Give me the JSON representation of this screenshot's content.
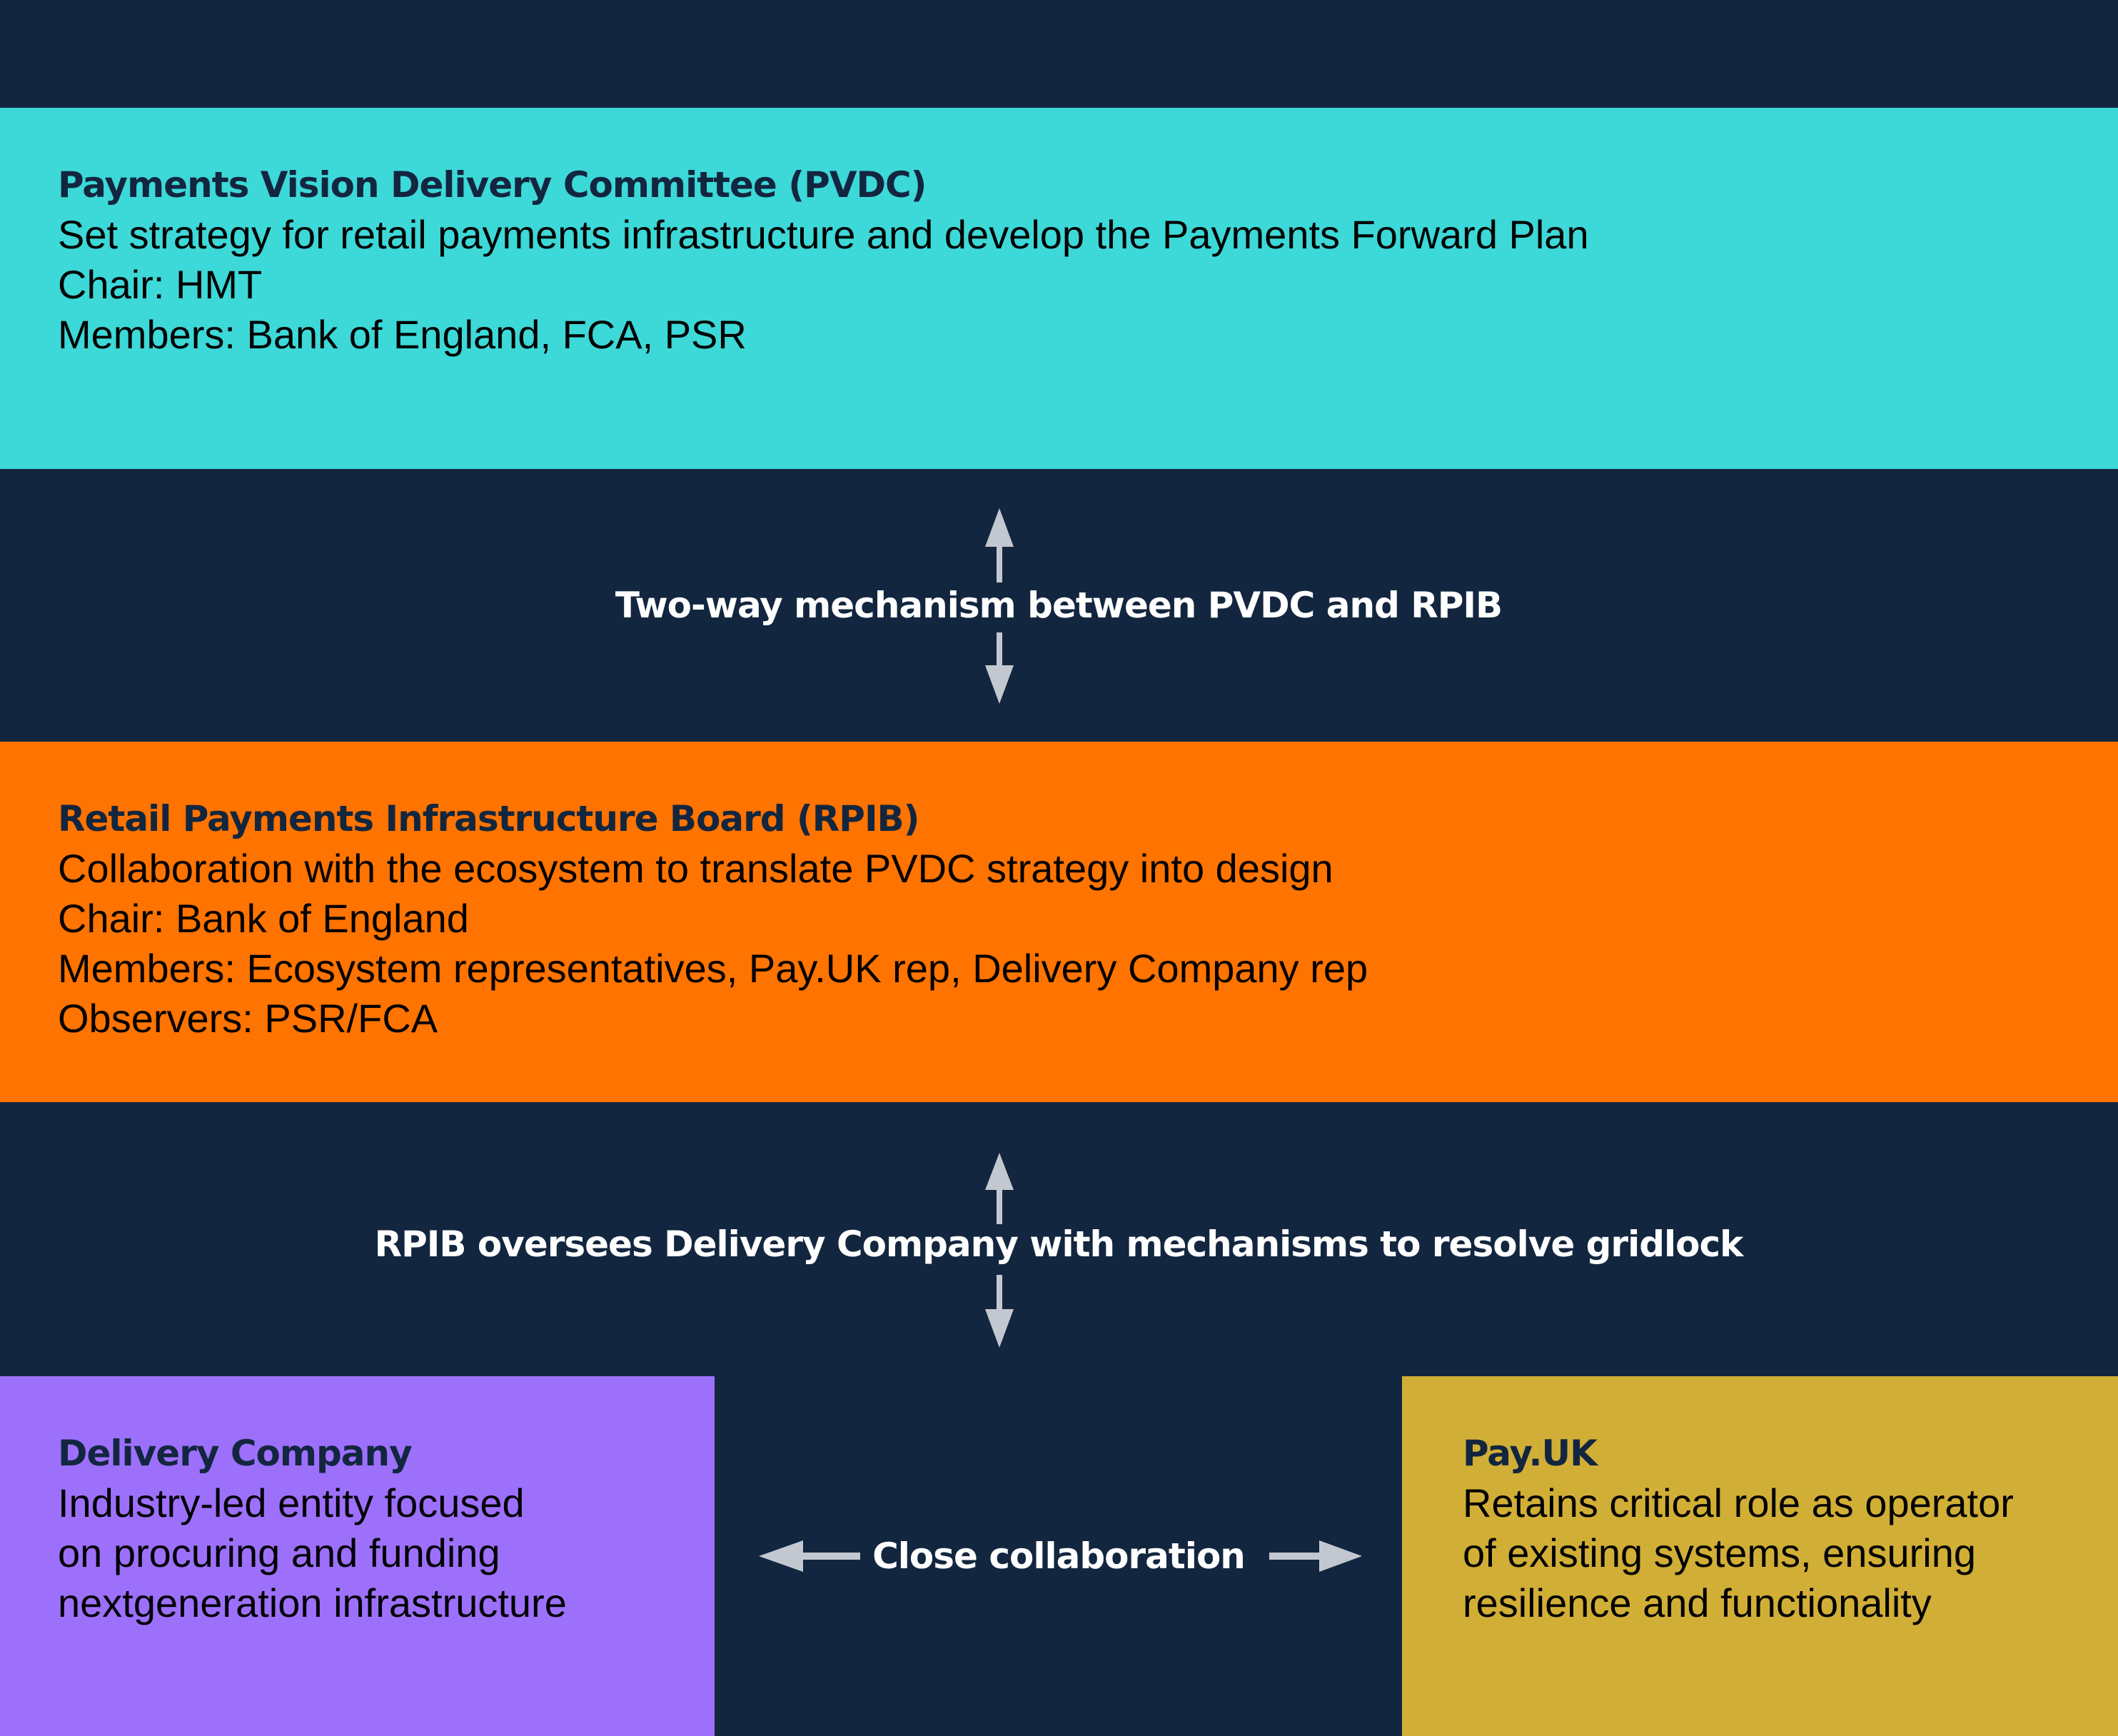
{
  "colors": {
    "background": "#13263f",
    "pvdc": "#3dd8d8",
    "rpib": "#ff7300",
    "delivery": "#9d70fc",
    "payuk": "#d1ae36",
    "arrow": "#c3c8d0"
  },
  "pvdc": {
    "title": "Payments Vision Delivery Committee (PVDC)",
    "lines": [
      "Set strategy for retail payments infrastructure and develop the Payments Forward Plan",
      "Chair: HMT",
      "Members: Bank of England, FCA, PSR"
    ]
  },
  "link1": {
    "label": "Two-way mechanism between PVDC and RPIB"
  },
  "rpib": {
    "title": "Retail Payments Infrastructure Board (RPIB)",
    "lines": [
      "Collaboration with the ecosystem to translate PVDC strategy into design",
      "Chair: Bank of England",
      "Members: Ecosystem representatives, Pay.UK rep, Delivery Company rep",
      "Observers: PSR/FCA"
    ]
  },
  "link2": {
    "label": "RPIB oversees Delivery Company with mechanisms to resolve gridlock"
  },
  "delivery": {
    "title": "Delivery Company",
    "lines": [
      "Industry-led entity focused",
      "on procuring and funding",
      "nextgeneration infrastructure"
    ]
  },
  "link3": {
    "label": "Close collaboration"
  },
  "payuk": {
    "title": "Pay.UK",
    "lines": [
      "Retains critical role as operator",
      "of existing systems, ensuring",
      "resilience and functionality"
    ]
  }
}
